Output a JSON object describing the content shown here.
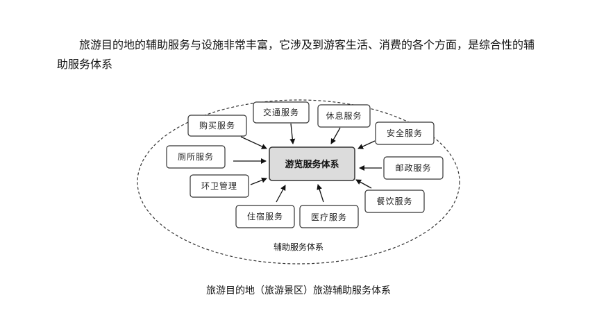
{
  "intro_text": "旅游目的地的辅助服务与设施非常丰富，它涉及到游客生活、消费的各个方面，是综合性的辅助服务体系",
  "diagram": {
    "core_label": "游览服务体系",
    "outer_label": "辅助服务体系",
    "services": [
      "购买服务",
      "交通服务",
      "休息服务",
      "安全服务",
      "厕所服务",
      "邮政服务",
      "环卫管理",
      "餐饮服务",
      "住宿服务",
      "医疗服务"
    ]
  },
  "caption": "旅游目的地（旅游景区）旅游辅助服务体系"
}
